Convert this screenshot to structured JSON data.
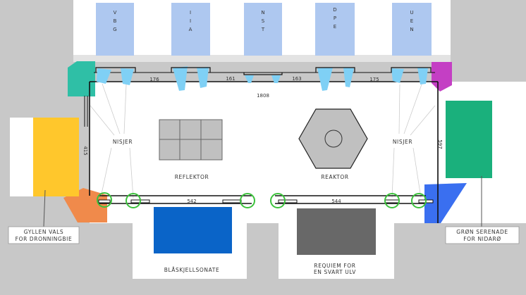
{
  "colors": {
    "gray_background": "#c8c8c8",
    "floor": "#ffffff",
    "room_blue": "#aec8f0",
    "teal": "#2fbfa6",
    "magenta": "#c43fc4",
    "yellow": "#ffc72c",
    "orange": "#f08a4b",
    "bright_blue": "#3a6ff0",
    "green_block": "#1ab07c",
    "royal_blue": "#0a64c8",
    "dark_gray": "#686868",
    "light_cyan": "#7fd0f5",
    "grid_gray": "#c0c0c0",
    "marker_green": "#3cc23c"
  },
  "rooms_top": [
    "V B G",
    "I I A",
    "N S T",
    "D P E",
    "U E N"
  ],
  "dimensions": {
    "top_176": "176",
    "top_161": "161",
    "top_163": "163",
    "top_175": "175",
    "overall_1808": "1808",
    "left_415": "415",
    "right_597": "597",
    "bottom_542": "542",
    "bottom_544": "544"
  },
  "labels": {
    "nisjer_left": "NISJER",
    "nisjer_right": "NISJER",
    "reflektor": "REFLEKTOR",
    "reaktor": "REAKTOR",
    "blaskjellsonate": "BLÅSKJELLSONATE",
    "requiem_line1": "REQUIEM FOR",
    "requiem_line2": "EN  SVART ULV",
    "gyllen_line1": "GYLLEN VALS",
    "gyllen_line2": "FOR DRONNINGBIE",
    "gron_line1": "GRØN SERENADE",
    "gron_line2": "FOR NIDARØ"
  }
}
